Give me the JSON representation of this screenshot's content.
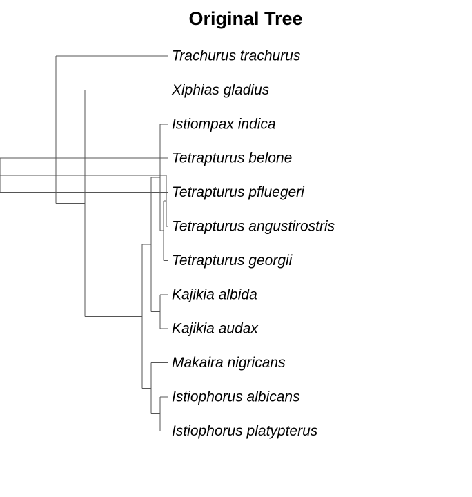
{
  "title": "Original Tree",
  "colors": {
    "branch": "#555555",
    "label": "#000000",
    "background": "#ffffff"
  },
  "tree": {
    "children": [
      {
        "name": "Trachurus trachurus"
      },
      {
        "children": [
          {
            "name": "Xiphias gladius"
          },
          {
            "children": [
              {
                "children": [
                  {
                    "children": [
                      {
                        "name": "Istiompax indica"
                      },
                      {
                        "children": [
                          {
                            "children": [
                              {
                                "children": [
                                  {
                                    "name": "Tetrapturus belone"
                                  },
                                  {
                                    "name": "Tetrapturus pfluegeri"
                                  }
                                ]
                              },
                              {
                                "name": "Tetrapturus angustirostris"
                              }
                            ]
                          },
                          {
                            "name": "Tetrapturus georgii"
                          }
                        ]
                      }
                    ]
                  },
                  {
                    "children": [
                      {
                        "name": "Kajikia albida"
                      },
                      {
                        "name": "Kajikia audax"
                      }
                    ]
                  }
                ]
              },
              {
                "children": [
                  {
                    "name": "Makaira nigricans"
                  },
                  {
                    "children": [
                      {
                        "name": "Istiophorus albicans"
                      },
                      {
                        "name": "Istiophorus platypterus"
                      }
                    ]
                  }
                ]
              }
            ]
          }
        ]
      }
    ]
  }
}
